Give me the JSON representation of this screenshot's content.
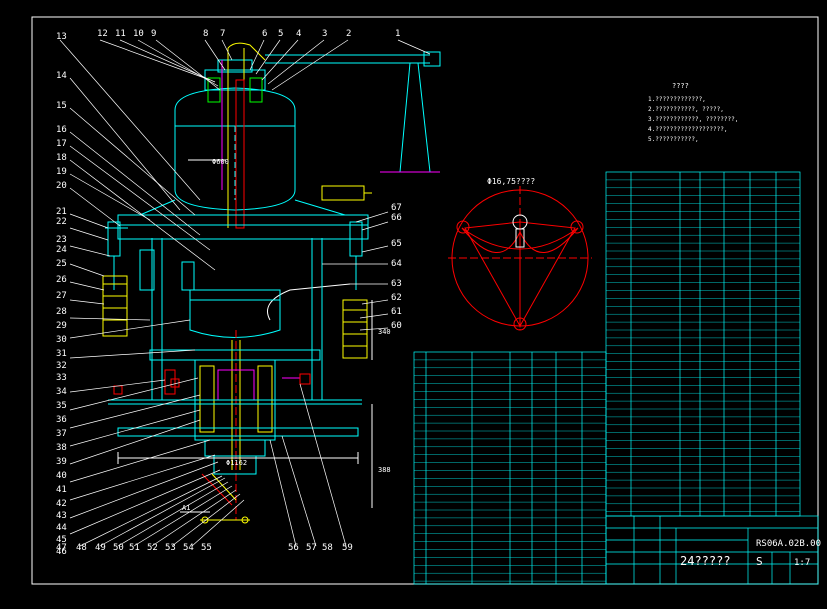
{
  "colors": {
    "background": "#000000",
    "lines": "#00ffff",
    "text": "#ffffff",
    "accent_red": "#ff0000",
    "accent_yellow": "#ffff00",
    "accent_green": "#00ff00",
    "accent_magenta": "#ff00ff"
  },
  "callouts_top": [
    "13",
    "12",
    "11",
    "10",
    "9",
    "8",
    "7",
    "6",
    "5",
    "4",
    "3",
    "2",
    "1"
  ],
  "callouts_left": [
    "14",
    "15",
    "16",
    "17",
    "18",
    "19",
    "20",
    "21",
    "22",
    "23",
    "24",
    "25",
    "26",
    "27",
    "28",
    "29",
    "30",
    "31",
    "32",
    "33",
    "34",
    "35",
    "36",
    "37",
    "38",
    "39",
    "40",
    "41",
    "42",
    "43",
    "44",
    "45",
    "46"
  ],
  "callouts_right": [
    "67",
    "66",
    "65",
    "64",
    "63",
    "62",
    "61",
    "60"
  ],
  "callouts_bottom": [
    "47",
    "48",
    "49",
    "50",
    "51",
    "52",
    "53",
    "54",
    "55",
    "56",
    "57",
    "58",
    "59"
  ],
  "dimension_labels": {
    "pipe_od": "Φ600",
    "base_width": "Φ1162",
    "right_height": "340",
    "lower_height": "388",
    "small_label": "A1"
  },
  "plan_view_title": "Φ16,75????",
  "notes_title": "????",
  "notes": [
    "1.?????????????,",
    "2.???????????,    ?????,",
    "3.????????????,     ????????,",
    "4.???????????????????,",
    "5.???????????,"
  ],
  "title_block": {
    "drawing_name": "24?????",
    "drawing_no": "RS06A.02B.00",
    "scale": "1:7",
    "sheet_prefix": "S"
  }
}
